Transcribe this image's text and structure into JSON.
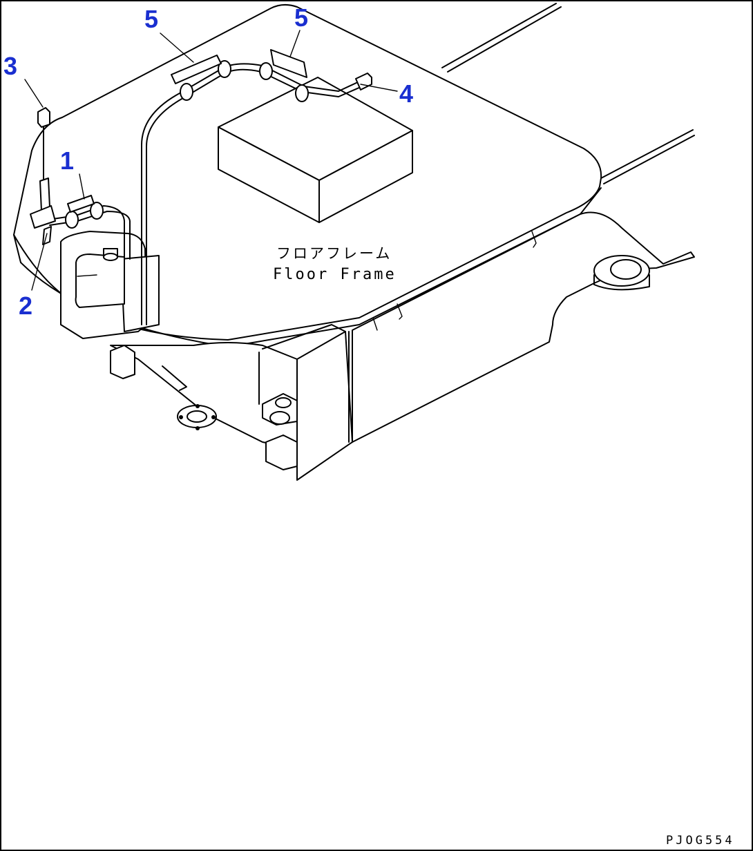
{
  "diagram": {
    "callouts": [
      {
        "id": "callout-1",
        "label": "1"
      },
      {
        "id": "callout-2",
        "label": "2"
      },
      {
        "id": "callout-3",
        "label": "3"
      },
      {
        "id": "callout-4",
        "label": "4"
      },
      {
        "id": "callout-5a",
        "label": "5"
      },
      {
        "id": "callout-5b",
        "label": "5"
      }
    ],
    "frame_label_jp": "フロアフレーム",
    "frame_label_en": "Floor Frame",
    "drawing_code": "PJOG554",
    "colors": {
      "callout": "#1a2fd0",
      "line": "#000000",
      "background": "#ffffff"
    }
  }
}
